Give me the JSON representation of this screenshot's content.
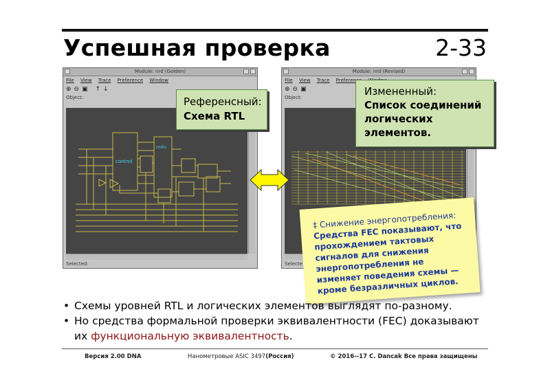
{
  "slide": {
    "title": "Успешная проверка",
    "number": "2-33"
  },
  "windows": {
    "left": {
      "title": "Module: nrd (Golden)",
      "menu": [
        "File",
        "View",
        "Trace",
        "Preference",
        "Window"
      ],
      "object_label": "Object:",
      "status_label": "Selected:",
      "block_labels": [
        "control",
        "nrdiv"
      ]
    },
    "right": {
      "title": "Module: nrd (Revised)",
      "menu": [
        "File",
        "View",
        "Trace",
        "Preference",
        "Window"
      ],
      "object_label": "Object:",
      "status_label": "Selecte"
    }
  },
  "notes": {
    "reference": {
      "line1": "Референсный:",
      "line2": "Схема RTL"
    },
    "modified": {
      "line1": "Измененный:",
      "line2": "Список соединений логических элементов."
    },
    "fec": {
      "line1": "‡ Снижение энергопотребления:",
      "line2": "Средства FEC показывают, что прохождением тактовых сигналов для снижения энергопотребления не изменяет поведения схемы — кроме безразличных циклов."
    }
  },
  "bullets": {
    "item1": "Схемы уровней RTL и логических элементов выглядят по-разному.",
    "item2_text": "Но средства формальной проверки эквивалентности (FEC) доказывают их",
    "item2_highlight": "функциональную эквивалентность",
    "item2_end": "."
  },
  "footer": {
    "version": "Версия 2.00 DNA",
    "course_prefix": "Нанометровые ASIC 3497",
    "course_suffix": "(Россия)",
    "copyright": "© 2016--17 C. Dancak  Все права защищены"
  },
  "colors": {
    "schematic_lines": "#c9b94a",
    "arrow_fill": "#fff600",
    "note_green": "#cfe3b2",
    "note_yellow": "#fdfaa6",
    "highlight_red": "#8b1414"
  }
}
